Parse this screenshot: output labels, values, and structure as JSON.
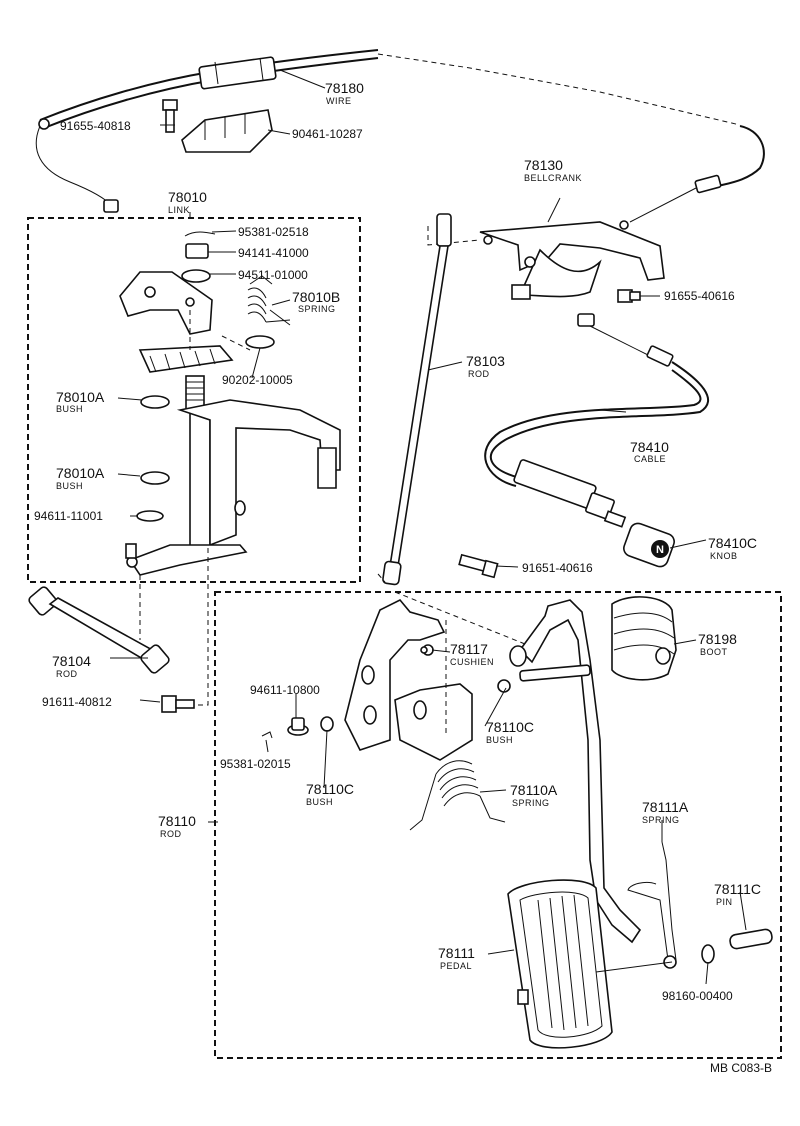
{
  "callouts": [
    {
      "id": "78180",
      "code": "78180",
      "name": "WIRE"
    },
    {
      "id": "91655-40818",
      "code": "91655-40818",
      "name": ""
    },
    {
      "id": "90461-10287",
      "code": "90461-10287",
      "name": ""
    },
    {
      "id": "78010",
      "code": "78010",
      "name": "LINK"
    },
    {
      "id": "95381-02518",
      "code": "95381-02518",
      "name": ""
    },
    {
      "id": "94141-41000",
      "code": "94141-41000",
      "name": ""
    },
    {
      "id": "94511-01000",
      "code": "94511-01000",
      "name": ""
    },
    {
      "id": "78010B",
      "code": "78010B",
      "name": "SPRING"
    },
    {
      "id": "90202-10005",
      "code": "90202-10005",
      "name": ""
    },
    {
      "id": "78010A-1",
      "code": "78010A",
      "name": "BUSH"
    },
    {
      "id": "78010A-2",
      "code": "78010A",
      "name": "BUSH"
    },
    {
      "id": "94611-11001",
      "code": "94611-11001",
      "name": ""
    },
    {
      "id": "78104",
      "code": "78104",
      "name": "ROD"
    },
    {
      "id": "91611-40812",
      "code": "91611-40812",
      "name": ""
    },
    {
      "id": "78130",
      "code": "78130",
      "name": "BELLCRANK"
    },
    {
      "id": "91655-40616",
      "code": "91655-40616",
      "name": ""
    },
    {
      "id": "78103",
      "code": "78103",
      "name": "ROD"
    },
    {
      "id": "78410",
      "code": "78410",
      "name": "CABLE"
    },
    {
      "id": "78410C",
      "code": "78410C",
      "name": "KNOB"
    },
    {
      "id": "91651-40616",
      "code": "91651-40616",
      "name": ""
    },
    {
      "id": "78117",
      "code": "78117",
      "name": "CUSHIEN"
    },
    {
      "id": "78198",
      "code": "78198",
      "name": "BOOT"
    },
    {
      "id": "94611-10800",
      "code": "94611-10800",
      "name": ""
    },
    {
      "id": "78110C-1",
      "code": "78110C",
      "name": "BUSH"
    },
    {
      "id": "78110C-2",
      "code": "78110C",
      "name": "BUSH"
    },
    {
      "id": "95381-02015",
      "code": "95381-02015",
      "name": ""
    },
    {
      "id": "78110A",
      "code": "78110A",
      "name": "SPRING"
    },
    {
      "id": "78110",
      "code": "78110",
      "name": "ROD"
    },
    {
      "id": "78111A",
      "code": "78111A",
      "name": "SPRING"
    },
    {
      "id": "78111C",
      "code": "78111C",
      "name": "PIN"
    },
    {
      "id": "78111",
      "code": "78111",
      "name": "PEDAL"
    },
    {
      "id": "98160-00400",
      "code": "98160-00400",
      "name": ""
    }
  ],
  "footer": {
    "reference": "MB C083-B"
  },
  "knob_letter": "N"
}
